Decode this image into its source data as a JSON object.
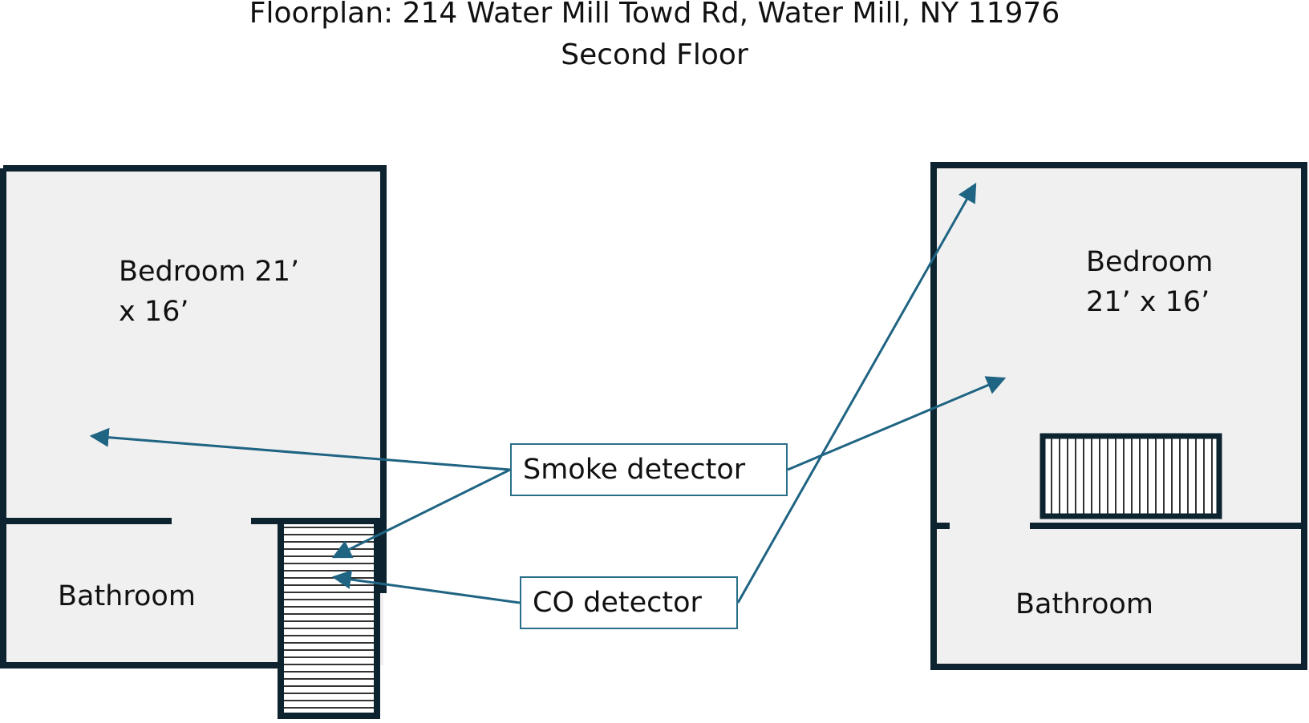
{
  "title": {
    "line1": "Floorplan: 214 Water Mill Towd Rd, Water Mill, NY 11976",
    "line2": "Second Floor"
  },
  "left_unit": {
    "bedroom_line1": "Bedroom 21’",
    "bedroom_line2": "x 16’",
    "bathroom": "Bathroom"
  },
  "right_unit": {
    "bedroom_line1": "Bedroom",
    "bedroom_line2": "21’ x 16’",
    "bathroom": "Bathroom"
  },
  "legend": {
    "smoke": "Smoke detector",
    "co": "CO detector"
  },
  "colors": {
    "wall": "#0d2430",
    "room_fill": "#f0f0f0",
    "arrow": "#1f6482",
    "callout_border": "#2a6f8a"
  }
}
